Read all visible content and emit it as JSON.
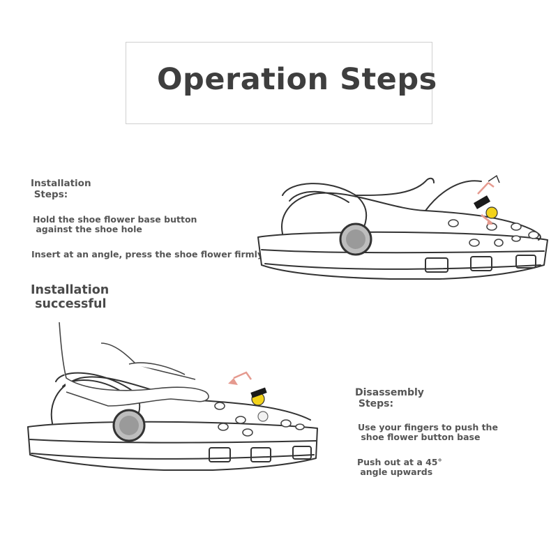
{
  "header": {
    "title": "Operation Steps"
  },
  "installation": {
    "heading": "Installation\n Steps:",
    "step1": "Hold the shoe flower base button\n against the shoe hole",
    "step2": "Insert at an angle, press the shoe flower firmly"
  },
  "success": {
    "label": "Installation\n successful"
  },
  "disassembly": {
    "heading": "Disassembly\n Steps:",
    "step1": "Use your fingers to push the\n shoe flower button base",
    "step2": "Push out at a 45°\n angle upwards"
  },
  "colors": {
    "charm_yellow": "#f2d21a",
    "charm_dark": "#1a1a1a",
    "arrow_red": "#e59a8f",
    "strap_button": "#9a9a9a"
  }
}
